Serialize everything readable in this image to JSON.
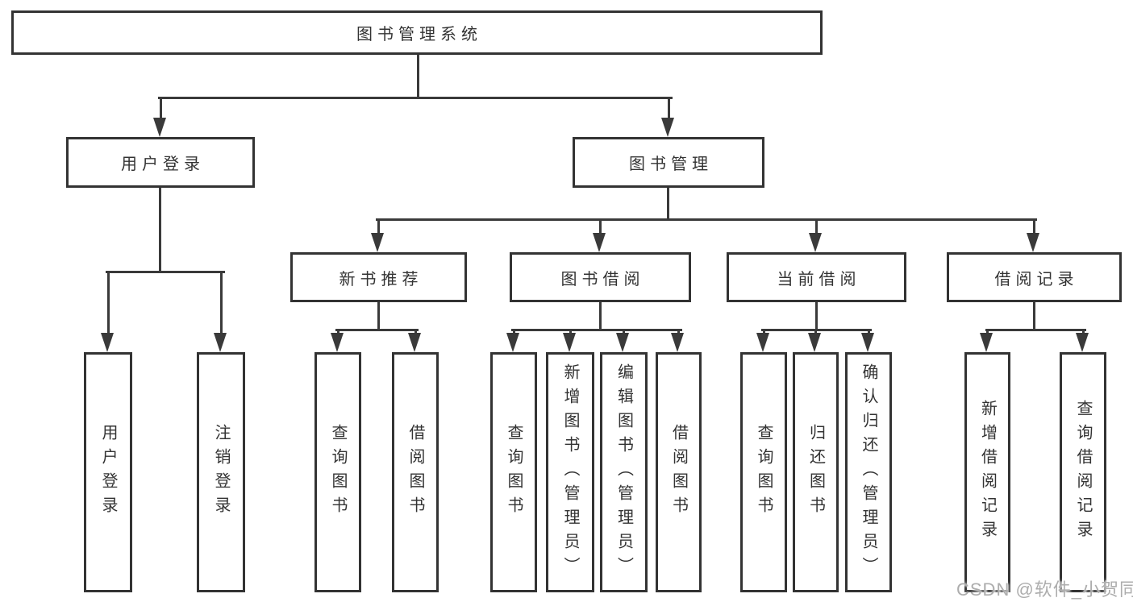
{
  "tree": {
    "root": {
      "label": "图书管理系统"
    },
    "branches": [
      {
        "label": "用户登录",
        "leaves": [
          "用户登录",
          "注销登录"
        ]
      },
      {
        "label": "图书管理",
        "sections": [
          {
            "label": "新书推荐",
            "leaves": [
              "查询图书",
              "借阅图书"
            ]
          },
          {
            "label": "图书借阅",
            "leaves": [
              "查询图书",
              "新增图书（管理员）",
              "编辑图书（管理员）",
              "借阅图书"
            ]
          },
          {
            "label": "当前借阅",
            "leaves": [
              "查询图书",
              "归还图书",
              "确认归还（管理员）"
            ]
          },
          {
            "label": "借阅记录",
            "leaves": [
              "新增借阅记录",
              "查询借阅记录"
            ]
          }
        ]
      }
    ]
  },
  "watermark": "CSDN @软件_小贺同学",
  "colors": {
    "line": "#3a3a3a",
    "box_border": "#333333",
    "text": "#333333",
    "watermark": "#adadad",
    "background": "#ffffff"
  }
}
